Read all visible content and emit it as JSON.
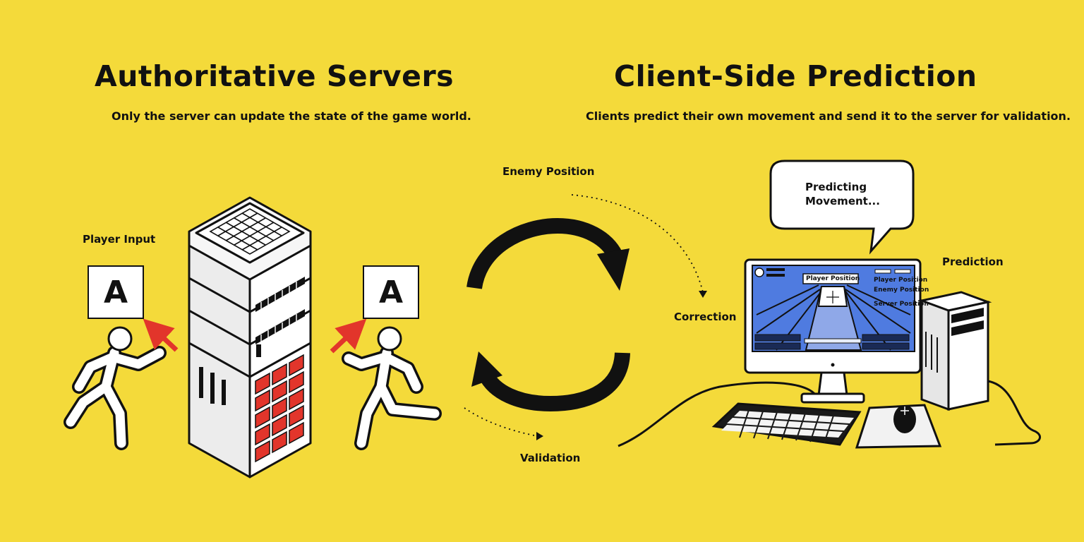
{
  "left": {
    "title": "Authoritative Servers",
    "subtitle": "Only the server can update the state of the game world.",
    "player_input_label": "Player Input",
    "key_glyph": "A"
  },
  "right": {
    "title": "Client-Side Prediction",
    "subtitle": "Clients predict their own movement and send it to the server for validation.",
    "bubble_lines": [
      "Predicting",
      "Movement..."
    ],
    "prediction_label": "Prediction",
    "screen": {
      "player_position": "Player Position",
      "side_labels": [
        "Player Position",
        "Enemy Position",
        "Server Position"
      ]
    }
  },
  "middle": {
    "enemy_position": "Enemy Position",
    "correction": "Correction",
    "validation": "Validation"
  },
  "colors": {
    "background": "#F4DA3A",
    "ink": "#111111",
    "accent_red": "#E2352B",
    "screen_blue": "#4F7BE0"
  },
  "icons": [
    "server-rack-icon",
    "runner-icon",
    "cycle-arrows-icon",
    "monitor-icon",
    "tower-pc-icon",
    "keyboard-icon",
    "mouse-icon",
    "speech-bubble-icon"
  ]
}
